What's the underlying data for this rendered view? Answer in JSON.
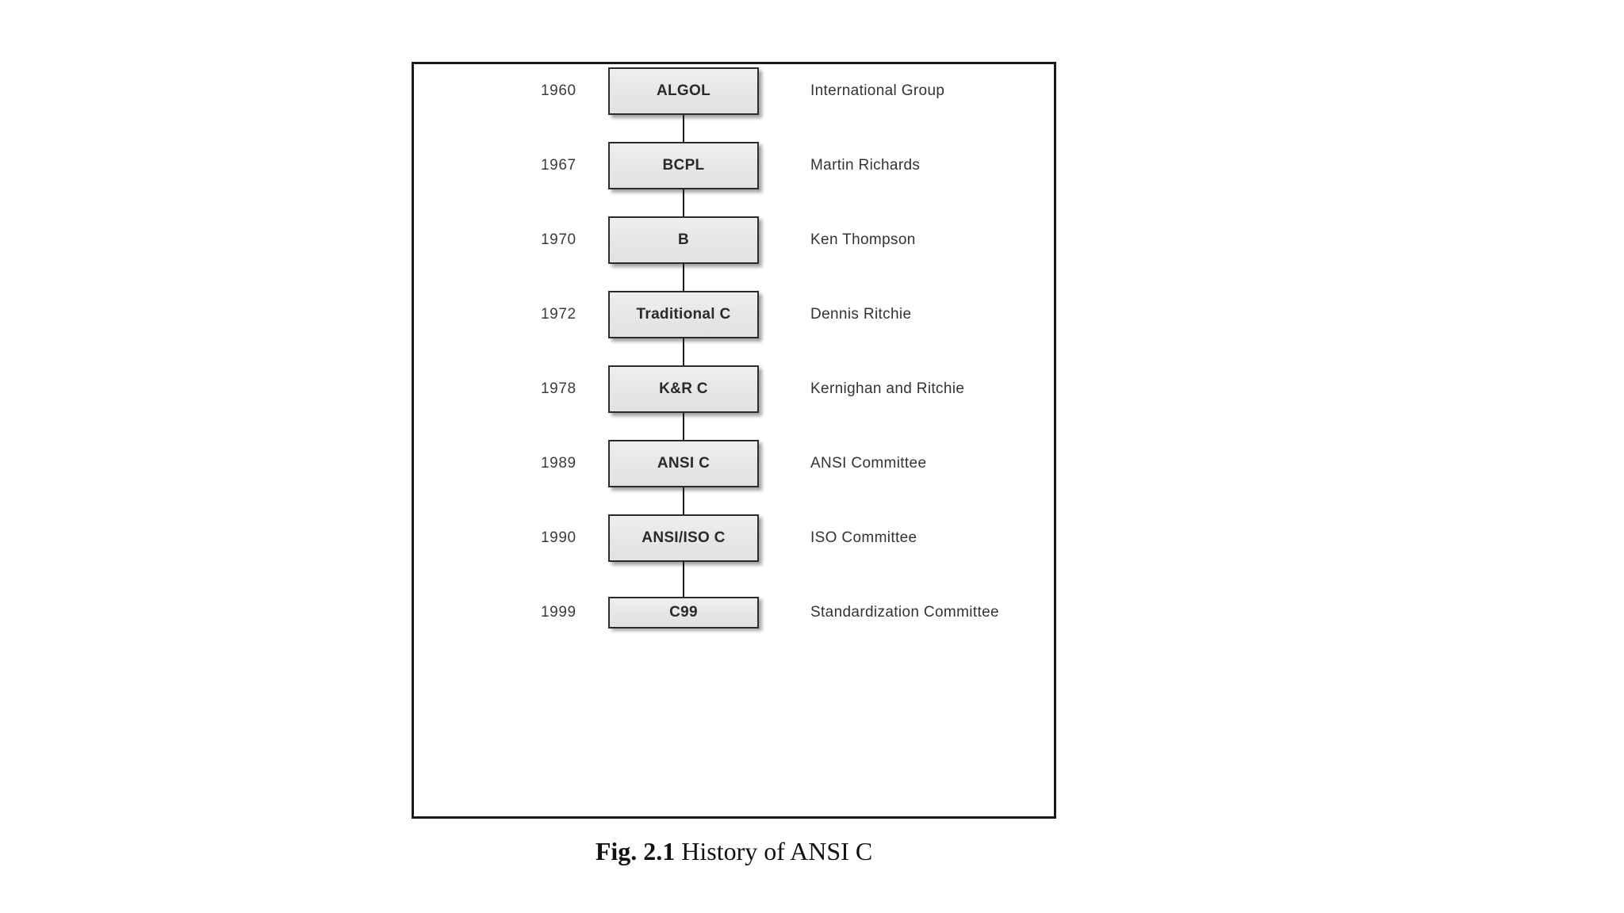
{
  "figure": {
    "caption_label": "Fig. 2.1",
    "caption_text": "History of ANSI C",
    "frame_border_color": "#1a1a1a",
    "box_fill_color": "#e8e8e8",
    "box_border_color": "#2b2b2b",
    "connector_color": "#1c1c1c",
    "background_color": "#ffffff"
  },
  "chart_data": {
    "type": "diagram",
    "title": "History of ANSI C",
    "orientation": "vertical-flow",
    "columns": [
      "year",
      "language",
      "originator"
    ],
    "nodes": [
      {
        "year": "1960",
        "language": "ALGOL",
        "originator": "International Group"
      },
      {
        "year": "1967",
        "language": "BCPL",
        "originator": "Martin Richards"
      },
      {
        "year": "1970",
        "language": "B",
        "originator": "Ken Thompson"
      },
      {
        "year": "1972",
        "language": "Traditional C",
        "originator": "Dennis Ritchie"
      },
      {
        "year": "1978",
        "language": "K&R C",
        "originator": "Kernighan and Ritchie"
      },
      {
        "year": "1989",
        "language": "ANSI C",
        "originator": "ANSI Committee"
      },
      {
        "year": "1990",
        "language": "ANSI/ISO C",
        "originator": "ISO Committee"
      },
      {
        "year": "1999",
        "language": "C99",
        "originator": "Standardization Committee"
      }
    ],
    "edges": [
      {
        "from": "ALGOL",
        "to": "BCPL"
      },
      {
        "from": "BCPL",
        "to": "B"
      },
      {
        "from": "B",
        "to": "Traditional C"
      },
      {
        "from": "Traditional C",
        "to": "K&R C"
      },
      {
        "from": "K&R C",
        "to": "ANSI C"
      },
      {
        "from": "ANSI C",
        "to": "ANSI/ISO C"
      },
      {
        "from": "ANSI/ISO C",
        "to": "C99"
      }
    ]
  }
}
